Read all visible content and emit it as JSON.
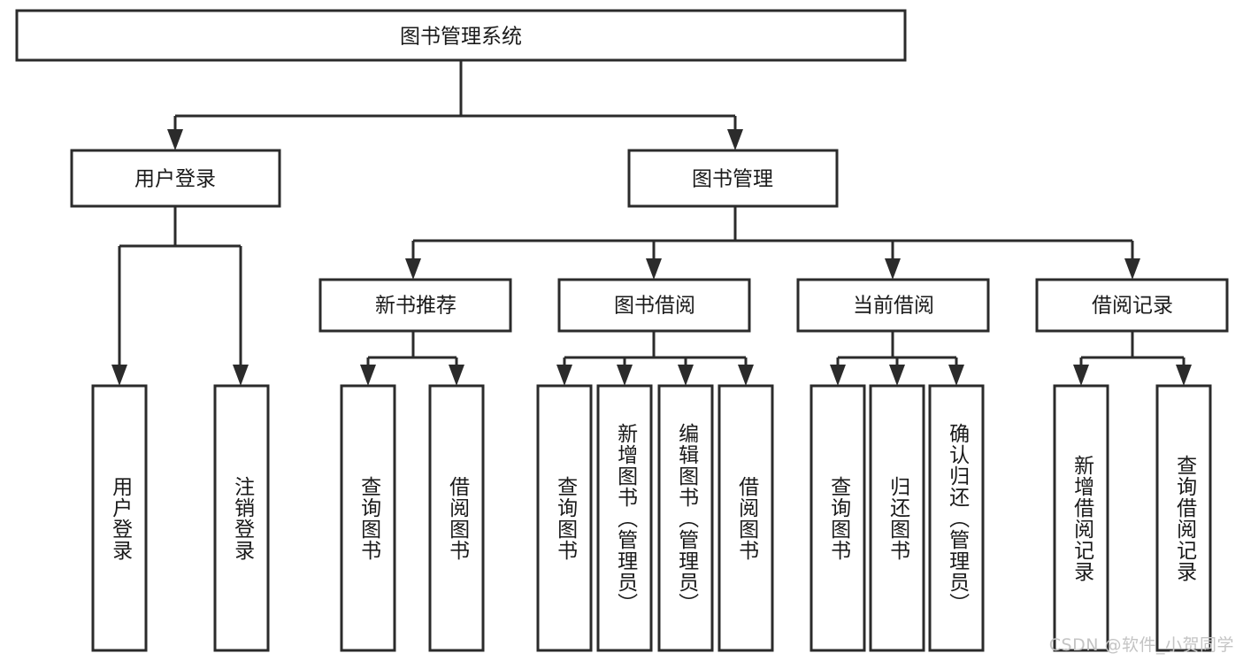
{
  "diagram": {
    "type": "tree-hierarchy",
    "title_node": {
      "label": "图书管理系统"
    },
    "level2": [
      {
        "label": "用户登录"
      },
      {
        "label": "图书管理"
      }
    ],
    "level3": [
      {
        "label": "新书推荐"
      },
      {
        "label": "图书借阅"
      },
      {
        "label": "当前借阅"
      },
      {
        "label": "借阅记录"
      }
    ],
    "leaves": {
      "user_login": [
        {
          "label": "用户登录"
        },
        {
          "label": "注销登录"
        }
      ],
      "new_book_recommend": [
        {
          "label": "查询图书"
        },
        {
          "label": "借阅图书"
        }
      ],
      "book_borrow": [
        {
          "label": "查询图书"
        },
        {
          "label": "新增图书（管理员）"
        },
        {
          "label": "编辑图书（管理员）"
        },
        {
          "label": "借阅图书"
        }
      ],
      "current_borrow": [
        {
          "label": "查询图书"
        },
        {
          "label": "归还图书"
        },
        {
          "label": "确认归还（管理员）"
        }
      ],
      "borrow_record": [
        {
          "label": "新增借阅记录"
        },
        {
          "label": "查询借阅记录"
        }
      ]
    }
  },
  "watermark": {
    "text": "CSDN @软件_小贺同学"
  },
  "colors": {
    "stroke": "#2b2b2b",
    "fill": "#ffffff",
    "text": "#1a1a1a",
    "watermark": "#c4c4c4"
  }
}
